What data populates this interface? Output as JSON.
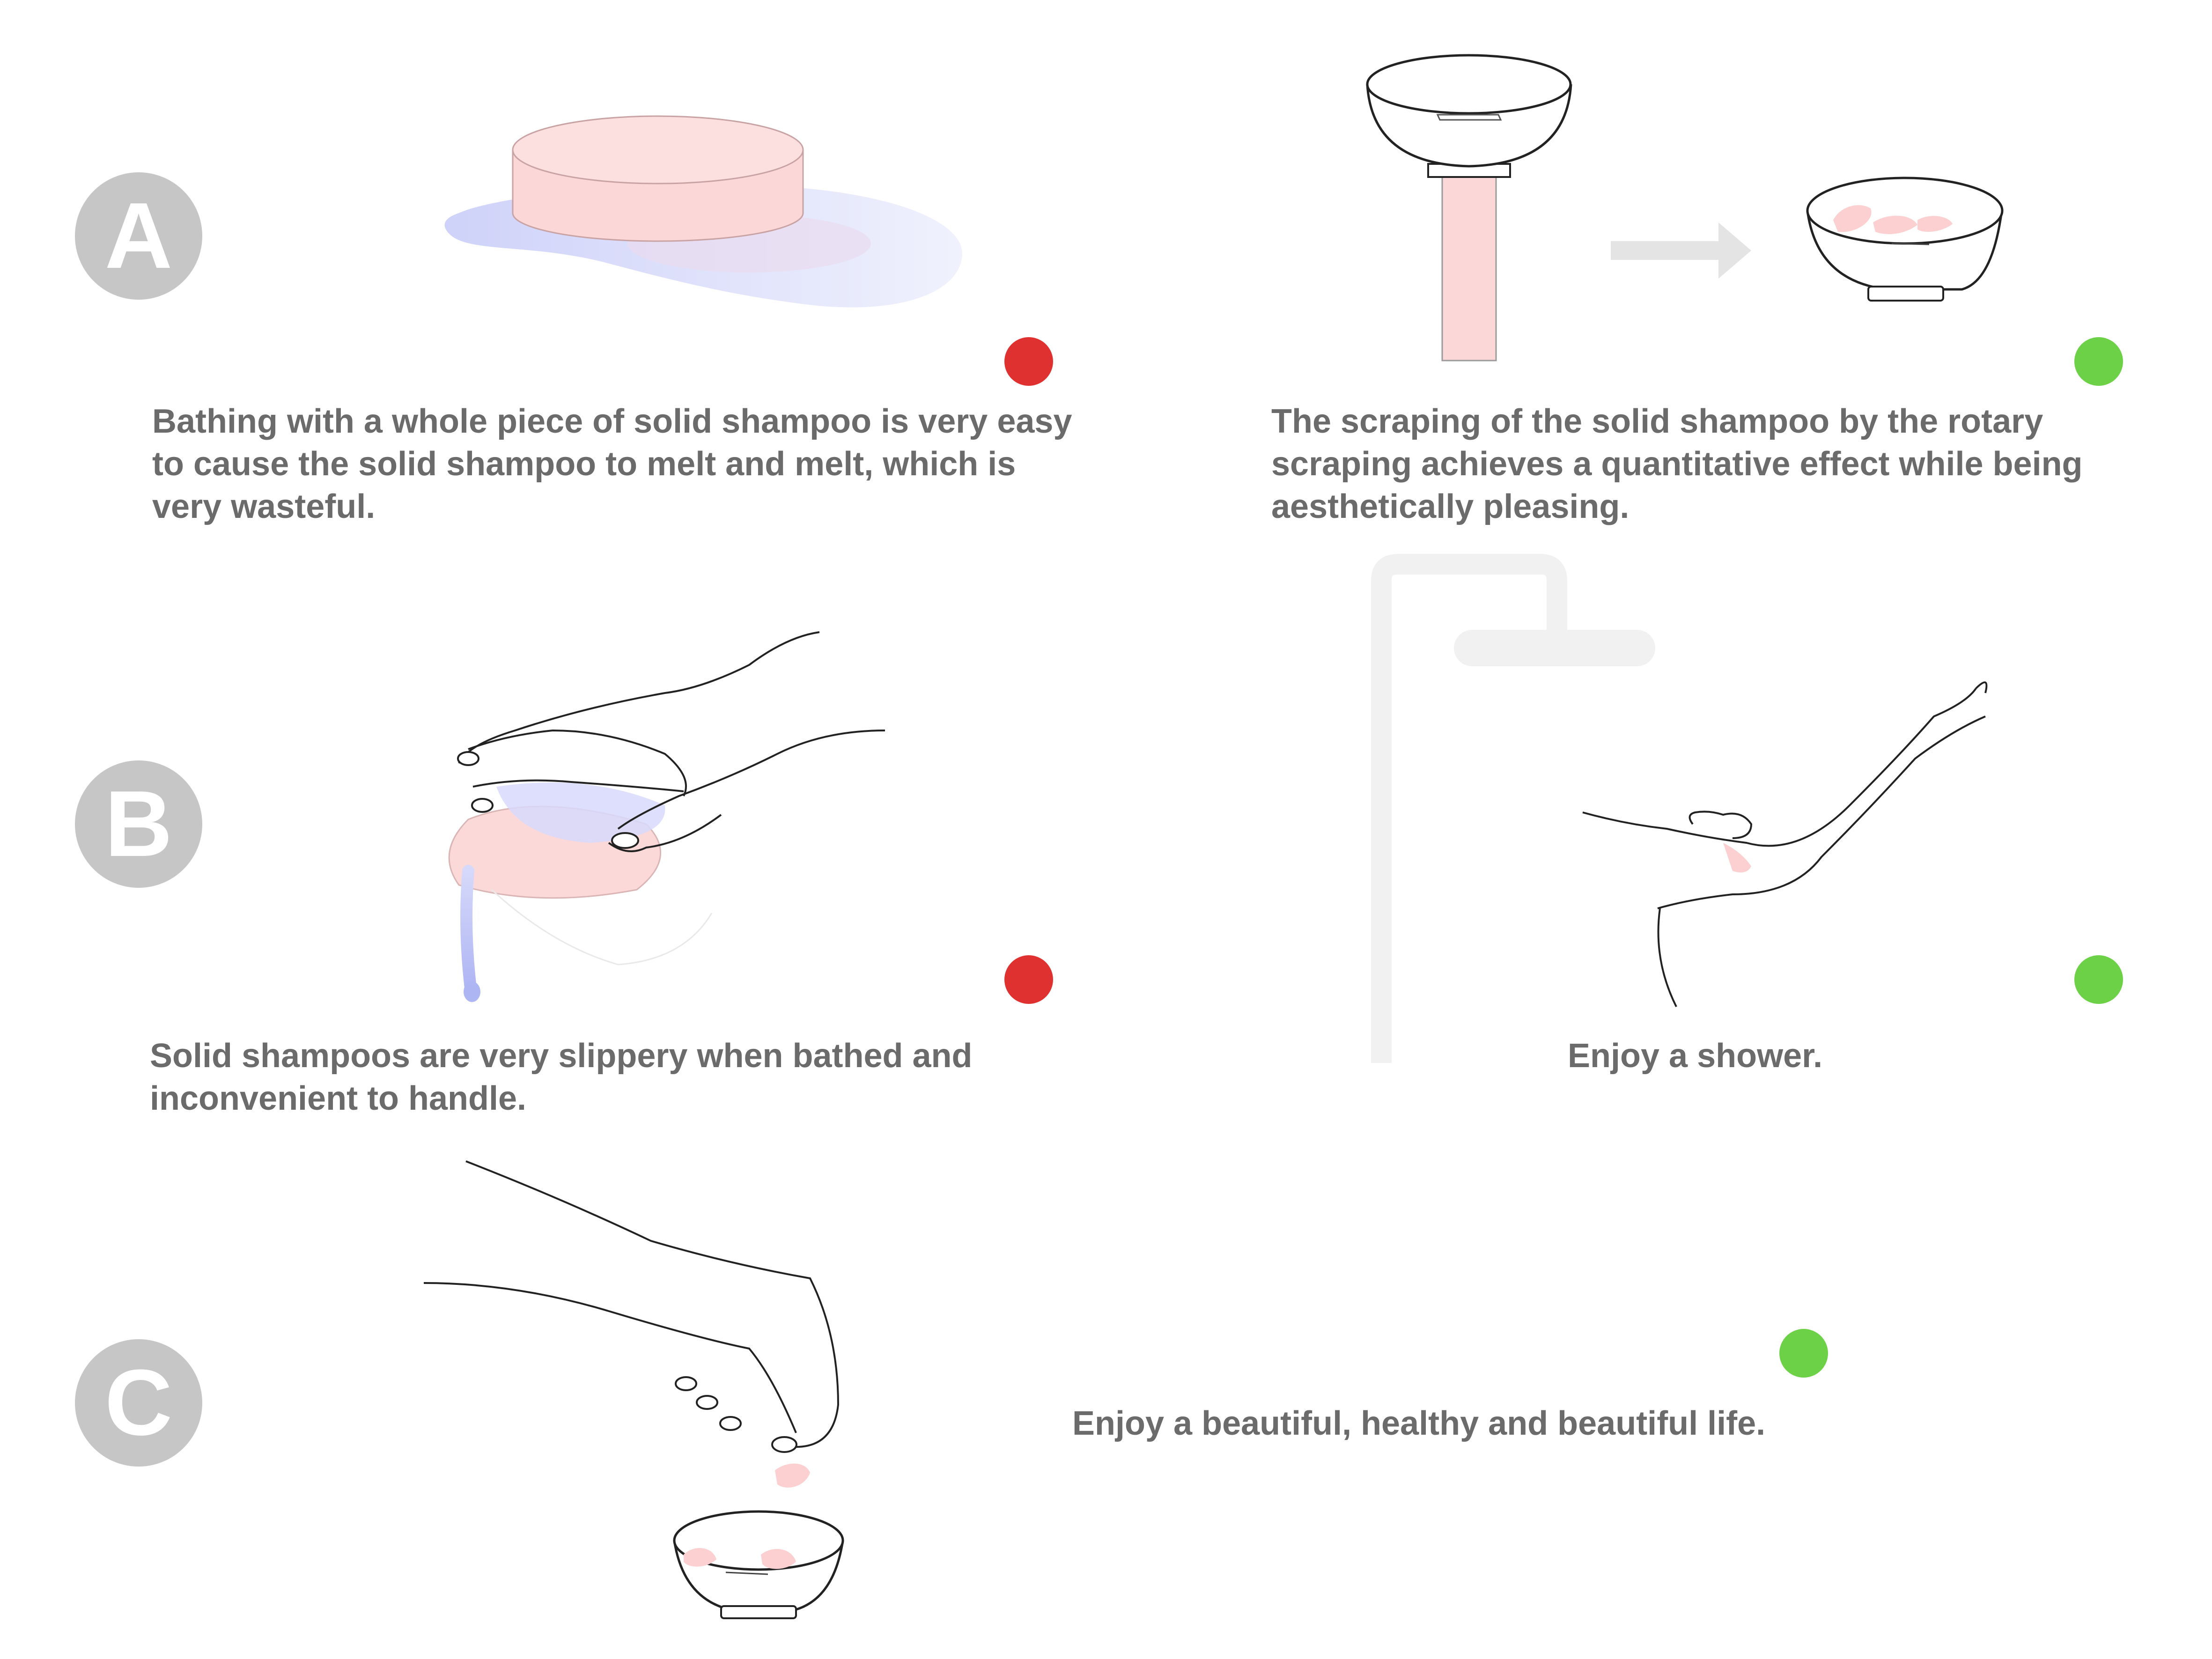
{
  "colors": {
    "badge": "#c6c6c6",
    "caption": "#6b6b6b",
    "bad_dot": "#e03131",
    "good_dot": "#6cd146",
    "soap": "#fcd7d7",
    "water": "#c9cdf8"
  },
  "rows": [
    {
      "label": "A"
    },
    {
      "label": "B"
    },
    {
      "label": "C"
    }
  ],
  "captions": {
    "a_problem": [
      "Bathing with a whole piece of solid shampoo is very easy",
      "to cause the solid shampoo to melt and melt, which is",
      "very wasteful."
    ],
    "a_solution": [
      "The scraping of the solid shampoo by the rotary",
      "scraping achieves a quantitative effect while being",
      "aesthetically pleasing."
    ],
    "b_problem": [
      "Solid shampoos are very slippery when bathed and",
      "inconvenient to handle."
    ],
    "b_solution": [
      "Enjoy a shower."
    ],
    "c_solution": [
      "Enjoy a beautiful, healthy and beautiful life."
    ]
  },
  "status": {
    "a_problem": "bad",
    "a_solution": "good",
    "b_problem": "bad",
    "b_solution": "good",
    "c_solution": "good"
  },
  "illustrations": [
    "melting-soap",
    "rotary-scraper",
    "arrow-right",
    "bowl-with-flakes",
    "hand-holding-soap",
    "shower-head",
    "arm-washing",
    "hand-dropping-flake"
  ]
}
